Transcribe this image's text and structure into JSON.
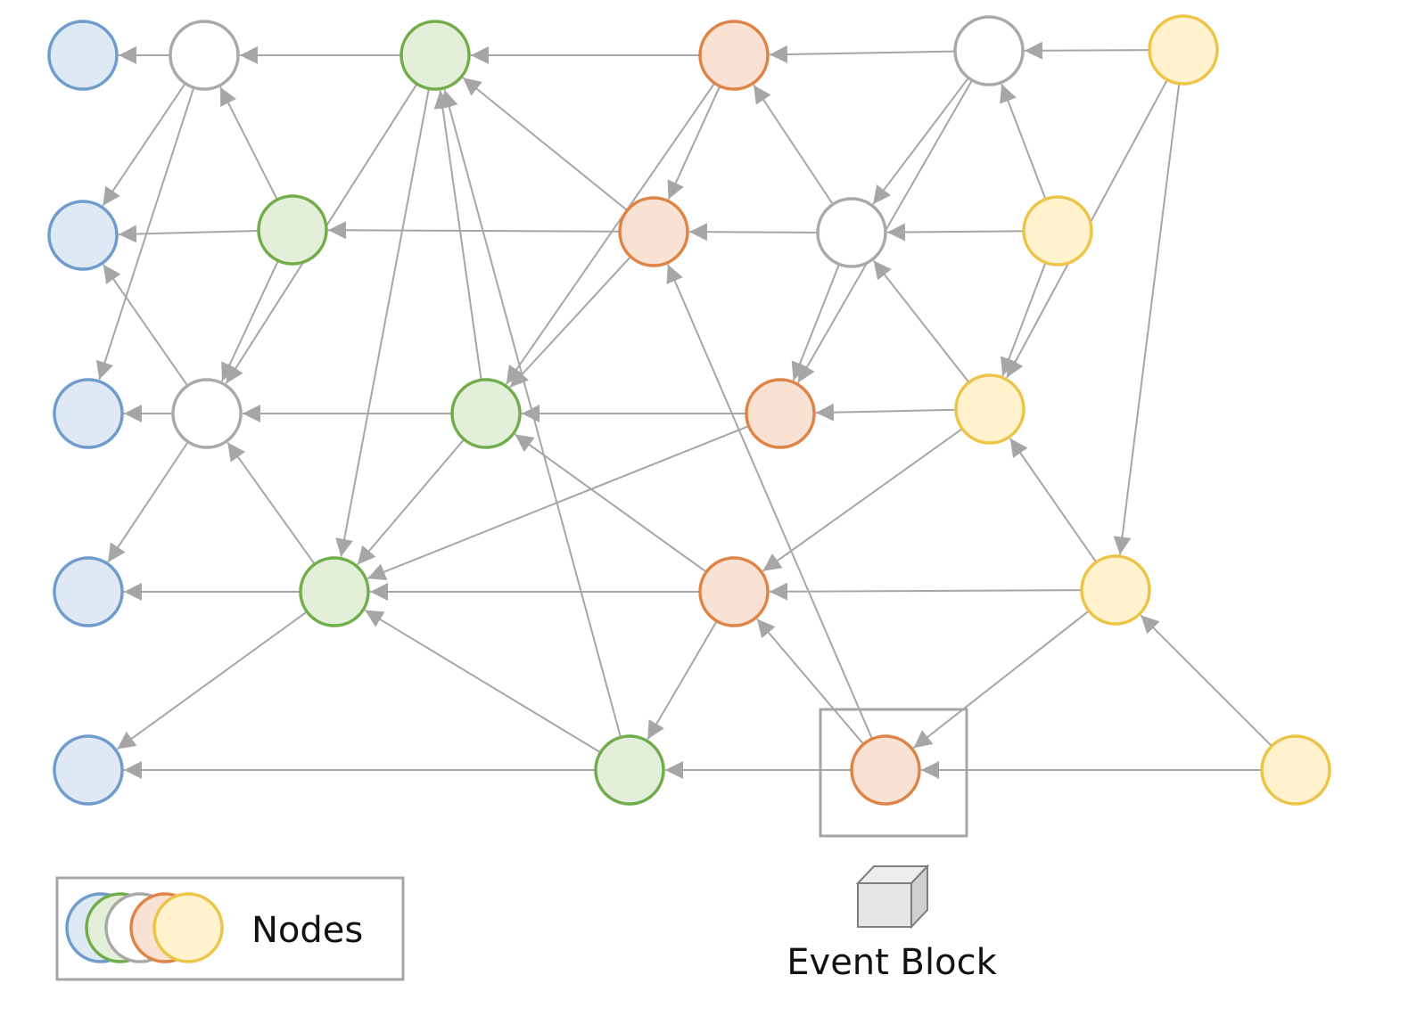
{
  "colors": {
    "blue": {
      "fill": "#dde9f5",
      "stroke": "#6f9ccd"
    },
    "green": {
      "fill": "#e3efd9",
      "stroke": "#72ad4c"
    },
    "white": {
      "fill": "#ffffff",
      "stroke": "#a9a9a9"
    },
    "orange": {
      "fill": "#f9e2d3",
      "stroke": "#de8446"
    },
    "yellow": {
      "fill": "#fff2cc",
      "stroke": "#ecc448"
    },
    "edge": "#a6a6a6",
    "box": "#a6a6a6",
    "cube_face": "#e6e6e6",
    "cube_edge": "#7f7f7f"
  },
  "nodes": [
    {
      "id": "B1",
      "color": "blue"
    },
    {
      "id": "W1",
      "color": "white"
    },
    {
      "id": "G1",
      "color": "green"
    },
    {
      "id": "O1",
      "color": "orange"
    },
    {
      "id": "W2",
      "color": "white"
    },
    {
      "id": "Y1",
      "color": "yellow"
    },
    {
      "id": "B2",
      "color": "blue"
    },
    {
      "id": "G2",
      "color": "green"
    },
    {
      "id": "O2",
      "color": "orange"
    },
    {
      "id": "W3",
      "color": "white"
    },
    {
      "id": "Y2",
      "color": "yellow"
    },
    {
      "id": "B3",
      "color": "blue"
    },
    {
      "id": "W4",
      "color": "white"
    },
    {
      "id": "G3",
      "color": "green"
    },
    {
      "id": "O3",
      "color": "orange"
    },
    {
      "id": "Y3",
      "color": "yellow"
    },
    {
      "id": "B4",
      "color": "blue"
    },
    {
      "id": "G4",
      "color": "green"
    },
    {
      "id": "O4",
      "color": "orange"
    },
    {
      "id": "Y4",
      "color": "yellow"
    },
    {
      "id": "B5",
      "color": "blue"
    },
    {
      "id": "G5",
      "color": "green"
    },
    {
      "id": "O5",
      "color": "orange"
    },
    {
      "id": "Y5",
      "color": "yellow"
    }
  ],
  "edges": [
    [
      "W1",
      "B1"
    ],
    [
      "G1",
      "W1"
    ],
    [
      "O1",
      "G1"
    ],
    [
      "W2",
      "O1"
    ],
    [
      "Y1",
      "W2"
    ],
    [
      "G2",
      "B2"
    ],
    [
      "O2",
      "G2"
    ],
    [
      "W3",
      "O2"
    ],
    [
      "Y2",
      "W3"
    ],
    [
      "W4",
      "B3"
    ],
    [
      "G3",
      "W4"
    ],
    [
      "O3",
      "G3"
    ],
    [
      "Y3",
      "O3"
    ],
    [
      "G4",
      "B4"
    ],
    [
      "O4",
      "G4"
    ],
    [
      "Y4",
      "O4"
    ],
    [
      "G5",
      "B5"
    ],
    [
      "O5",
      "G5"
    ],
    [
      "Y5",
      "O5"
    ],
    [
      "W1",
      "B2"
    ],
    [
      "W1",
      "B3"
    ],
    [
      "G2",
      "W1"
    ],
    [
      "G2",
      "W4"
    ],
    [
      "G1",
      "W4"
    ],
    [
      "W4",
      "B2"
    ],
    [
      "W4",
      "B4"
    ],
    [
      "G4",
      "W4"
    ],
    [
      "G1",
      "G4"
    ],
    [
      "G3",
      "G1"
    ],
    [
      "G5",
      "G1"
    ],
    [
      "O2",
      "G1"
    ],
    [
      "O1",
      "G3"
    ],
    [
      "O2",
      "G3"
    ],
    [
      "O1",
      "O2"
    ],
    [
      "O3",
      "G4"
    ],
    [
      "O4",
      "G3"
    ],
    [
      "G3",
      "G4"
    ],
    [
      "G4",
      "B5"
    ],
    [
      "G5",
      "G4"
    ],
    [
      "O4",
      "G5"
    ],
    [
      "O5",
      "O4"
    ],
    [
      "O5",
      "O2"
    ],
    [
      "W3",
      "O1"
    ],
    [
      "W2",
      "W3"
    ],
    [
      "W2",
      "O3"
    ],
    [
      "W3",
      "O3"
    ],
    [
      "Y2",
      "W2"
    ],
    [
      "Y2",
      "Y3"
    ],
    [
      "Y3",
      "W3"
    ],
    [
      "Y3",
      "O4"
    ],
    [
      "Y1",
      "Y3"
    ],
    [
      "Y1",
      "Y4"
    ],
    [
      "Y4",
      "Y3"
    ],
    [
      "Y4",
      "O5"
    ],
    [
      "Y5",
      "Y4"
    ]
  ],
  "legend": {
    "nodes_label": "Nodes",
    "event_block_label": "Event Block"
  }
}
